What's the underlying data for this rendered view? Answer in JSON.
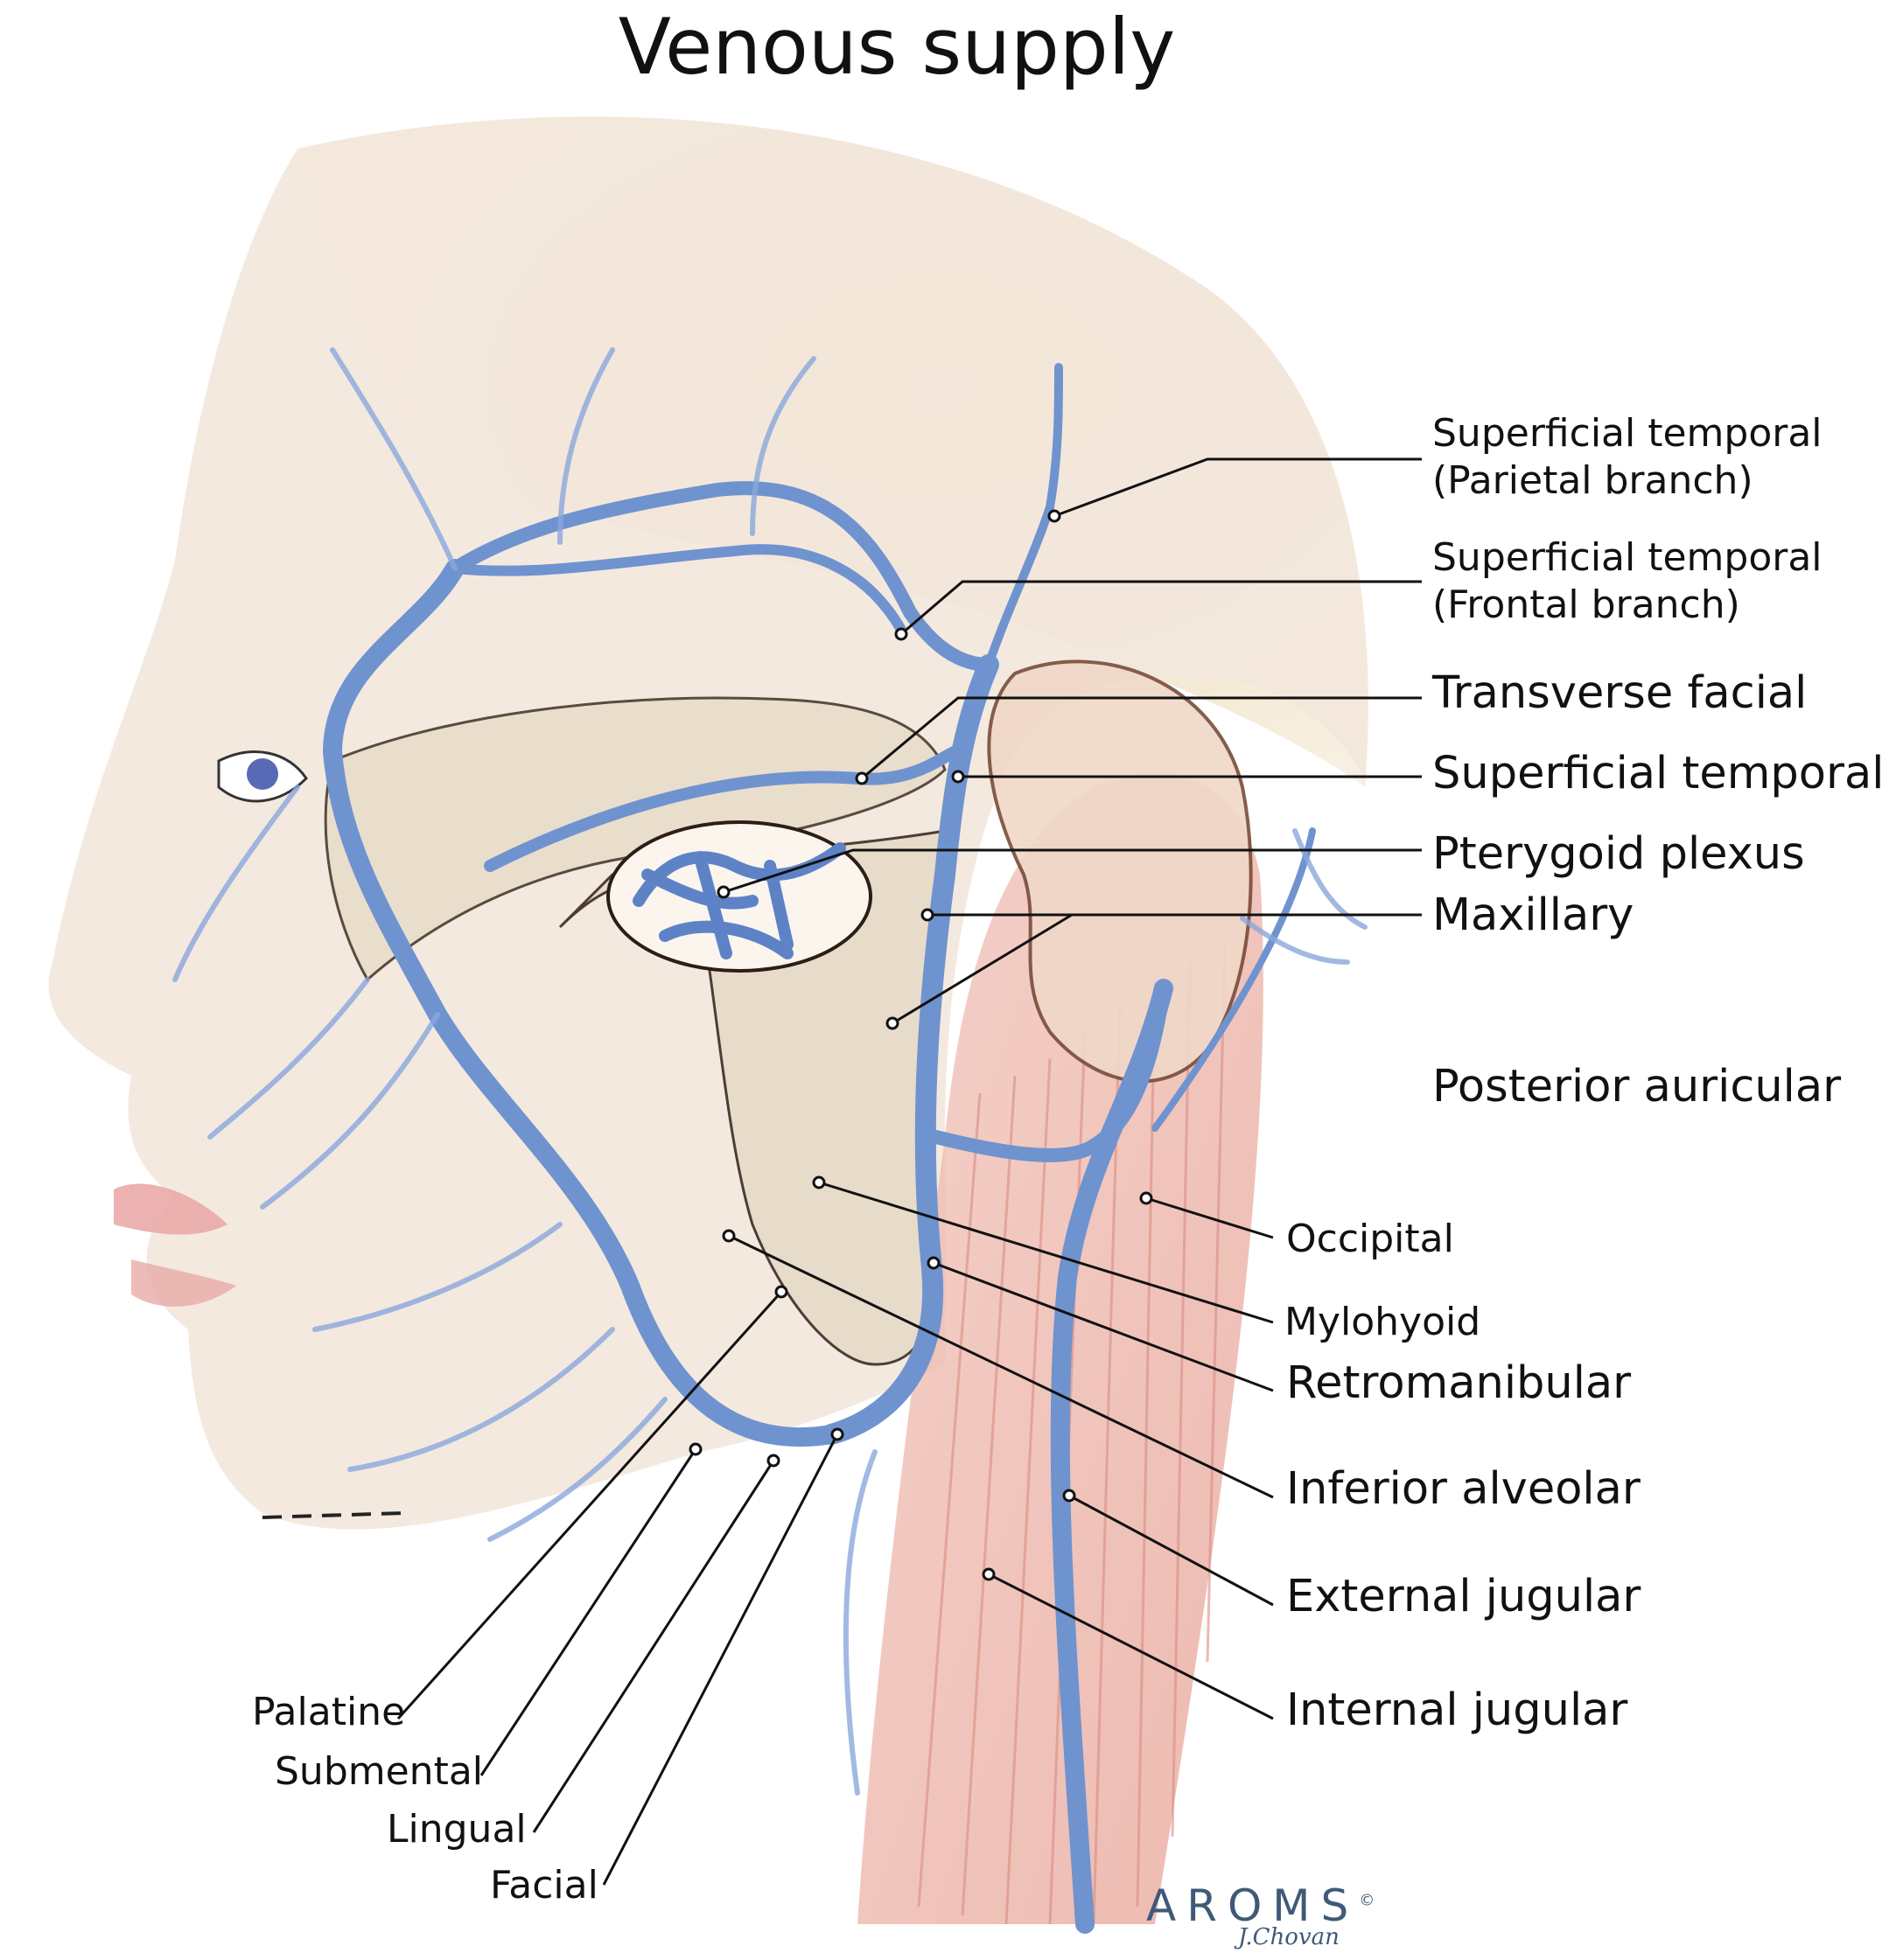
{
  "title": "Venous supply",
  "labels": {
    "sup_temp_parietal_1": "Superficial temporal",
    "sup_temp_parietal_2": "(Parietal branch)",
    "sup_temp_frontal_1": "Superficial temporal",
    "sup_temp_frontal_2": "(Frontal branch)",
    "transverse_facial": "Transverse facial",
    "superficial_temporal": "Superficial temporal",
    "pterygoid_plexus": "Pterygoid plexus",
    "maxillary": "Maxillary",
    "posterior_auricular": "Posterior auricular",
    "occipital": "Occipital",
    "mylohyoid": "Mylohyoid",
    "retromanibular": "Retromanibular",
    "inferior_alveolar": "Inferior alveolar",
    "external_jugular": "External jugular",
    "internal_jugular": "Internal jugular",
    "palatine": "Palatine",
    "submental": "Submental",
    "lingual": "Lingual",
    "facial": "Facial"
  },
  "logo": {
    "text": "AROMS",
    "mark": "©",
    "signature": "J.Chovan"
  },
  "colors": {
    "vein": "#6f93cf",
    "vein_dark": "#3f64a6",
    "skin": "#f2e4d8",
    "bone": "#e6dccd",
    "hair": "#efe2c4",
    "muscle": "#e7a99e",
    "line": "#111111"
  }
}
